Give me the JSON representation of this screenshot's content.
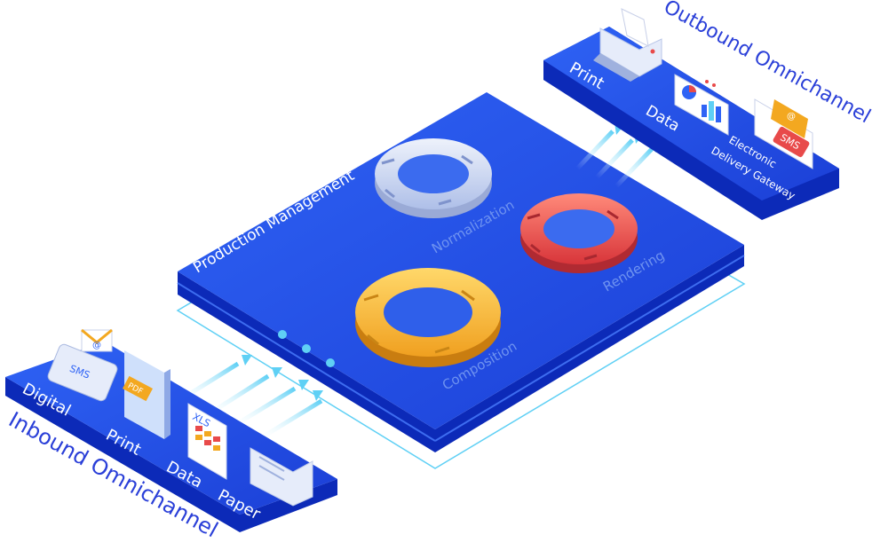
{
  "central": {
    "title": "Production Management",
    "steps": {
      "normalization": "Normalization",
      "rendering": "Rendering",
      "composition": "Composition"
    }
  },
  "inbound": {
    "title": "Inbound Omnichannel",
    "channels": {
      "digital": "Digital",
      "print": "Print",
      "data": "Data",
      "paper": "Paper"
    },
    "icons": {
      "sms": "SMS",
      "email": "@",
      "pdf": "PDF",
      "xls": "XLS"
    }
  },
  "outbound": {
    "title": "Outbound Omnichannel",
    "channels": {
      "print": "Print",
      "data": "Data",
      "gateway_line1": "Electronic",
      "gateway_line2": "Delivery Gateway"
    },
    "icons": {
      "sms": "SMS",
      "email": "@"
    }
  },
  "colors": {
    "platform_blue": "#1f4de6",
    "platform_dark": "#0c2ab8",
    "cycle_normalization": "#c9d6f5",
    "cycle_rendering": "#e84a4a",
    "cycle_composition": "#f5b335",
    "arrow_cyan": "#5fd0f5",
    "title_blue": "#2a3fd8"
  }
}
